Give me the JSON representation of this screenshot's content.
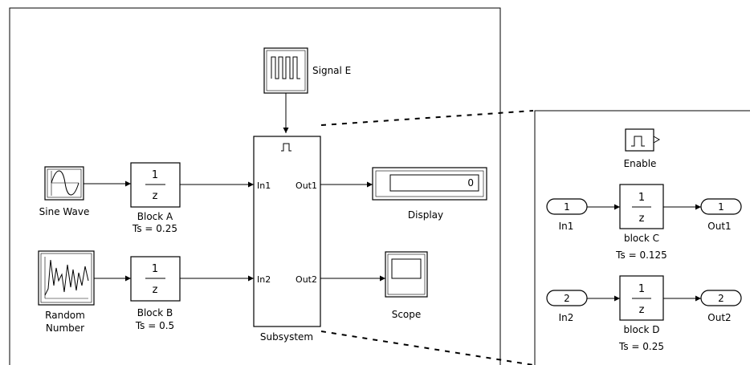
{
  "main_model": {
    "sources": {
      "sine_wave": {
        "label": "Sine Wave",
        "icon": "sine-wave-icon"
      },
      "random_number": {
        "label_line1": "Random",
        "label_line2": "Number",
        "icon": "random-signal-icon"
      },
      "signal_e": {
        "label": "Signal E",
        "icon": "pulse-train-icon"
      }
    },
    "delays": {
      "block_a": {
        "num": "1",
        "den": "z",
        "name": "Block A",
        "ts": "Ts = 0.25"
      },
      "block_b": {
        "num": "1",
        "den": "z",
        "name": "Block B",
        "ts": "Ts = 0.5"
      }
    },
    "subsystem": {
      "name": "Subsystem",
      "in1": "In1",
      "in2": "In2",
      "out1": "Out1",
      "out2": "Out2",
      "enable_icon": "enable-pulse-icon"
    },
    "sinks": {
      "display": {
        "label": "Display",
        "value": "0"
      },
      "scope": {
        "label": "Scope",
        "icon": "scope-screen-icon"
      }
    }
  },
  "subsystem_detail": {
    "enable": {
      "label": "Enable",
      "icon": "enable-port-icon"
    },
    "inports": [
      {
        "num": "1",
        "label": "In1"
      },
      {
        "num": "2",
        "label": "In2"
      }
    ],
    "outports": [
      {
        "num": "1",
        "label": "Out1"
      },
      {
        "num": "2",
        "label": "Out2"
      }
    ],
    "block_c": {
      "num": "1",
      "den": "z",
      "name": "block C",
      "ts": "Ts = 0.125"
    },
    "block_d": {
      "num": "1",
      "den": "z",
      "name": "block D",
      "ts": "Ts = 0.25"
    }
  }
}
